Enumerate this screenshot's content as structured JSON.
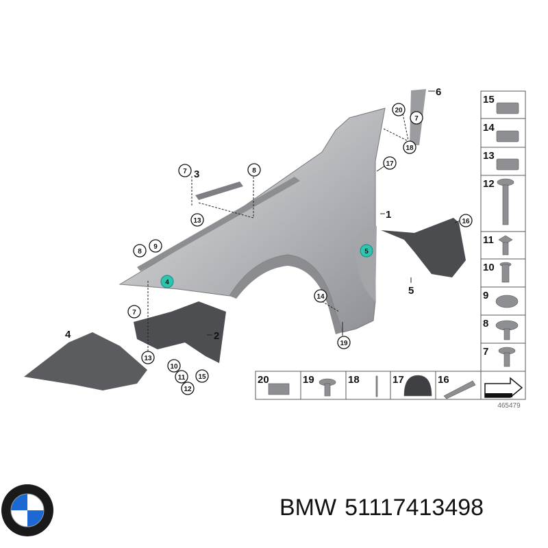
{
  "diagram": {
    "drawing_number": "465479",
    "plain_labels": [
      "6",
      "3",
      "1",
      "5",
      "2",
      "4"
    ],
    "circled_labels": [
      "20",
      "7",
      "18",
      "17",
      "16",
      "7",
      "8",
      "13",
      "8",
      "9",
      "14",
      "19",
      "7",
      "13",
      "10",
      "11",
      "12",
      "15"
    ],
    "highlighted_labels": [
      "4",
      "5"
    ],
    "highlight_color": "#2fc4b0",
    "side_table": [
      "15",
      "14",
      "13",
      "12",
      "11",
      "10",
      "9",
      "8",
      "7"
    ],
    "bottom_table": [
      "20",
      "19",
      "18",
      "17",
      "16"
    ]
  },
  "caption": {
    "brand": "BMW",
    "part_number": "51117413498"
  }
}
